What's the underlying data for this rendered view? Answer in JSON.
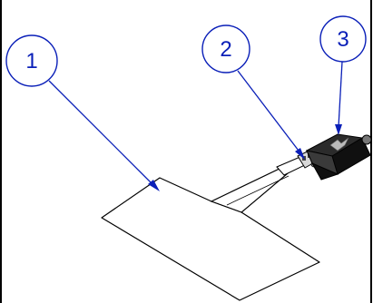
{
  "colors": {
    "background": "#ffffff",
    "frame": "#000000",
    "balloon": "#0a1fb8",
    "outline": "#000000",
    "part_fill": "#ffffff",
    "housing": "#1a1a1a"
  },
  "balloons": [
    {
      "id": "1",
      "label": "1"
    },
    {
      "id": "2",
      "label": "2"
    },
    {
      "id": "3",
      "label": "3"
    }
  ]
}
